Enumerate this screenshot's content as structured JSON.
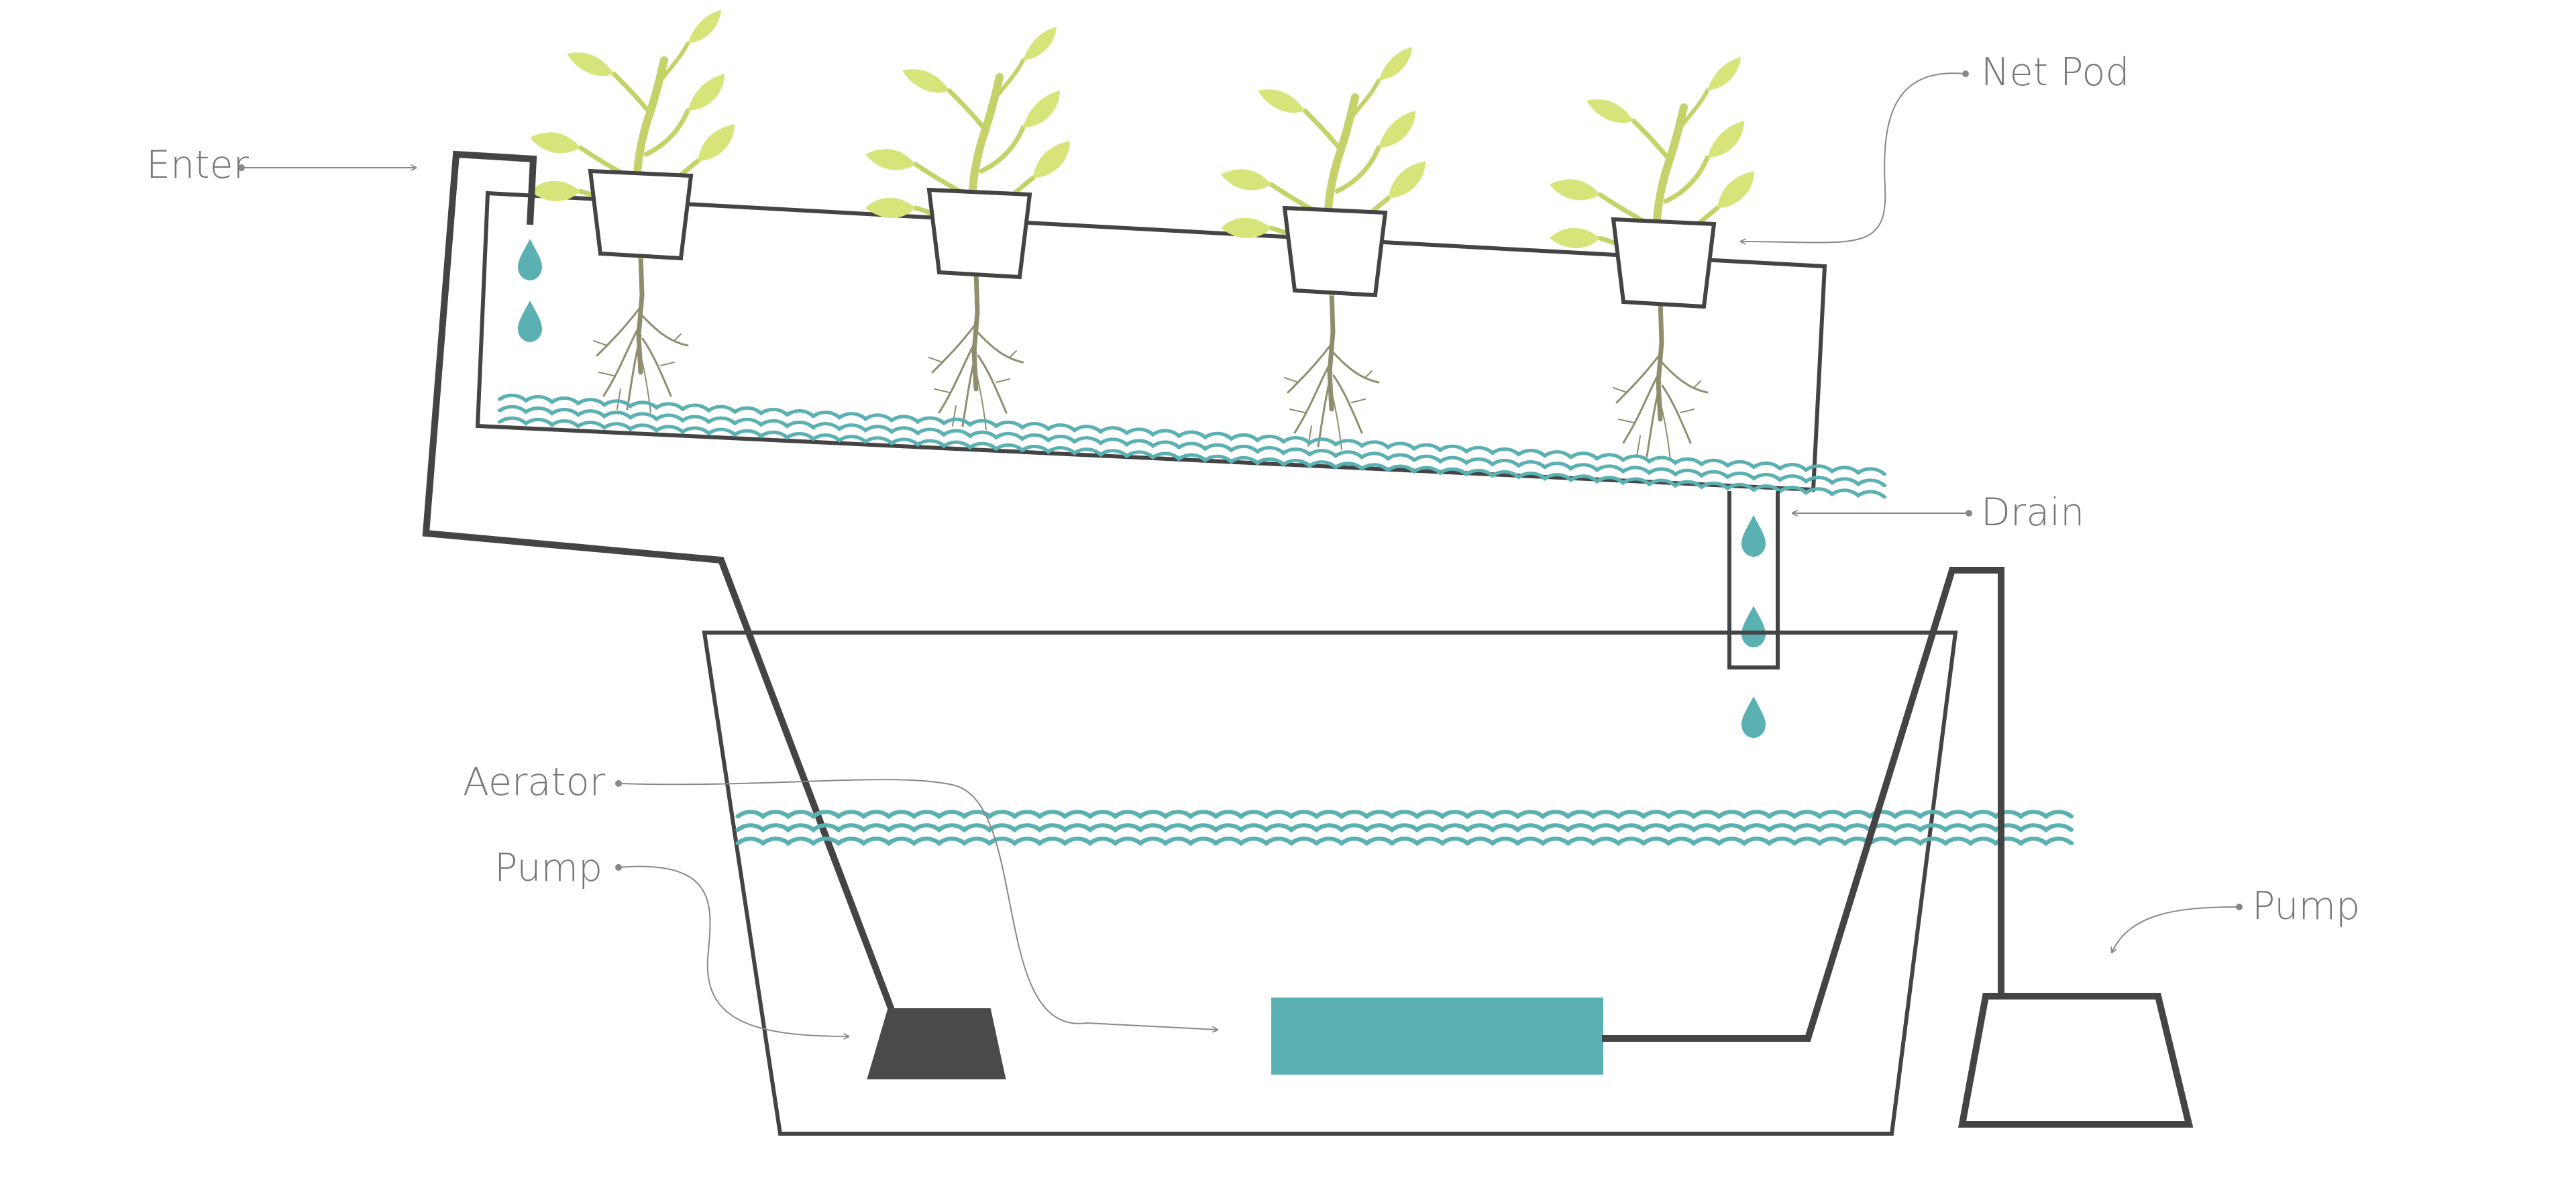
{
  "colors": {
    "outline": "#444444",
    "water": "#5bb0b2",
    "leaf": "#d6e47a",
    "stem": "#c4d269",
    "root": "#8e8e6e",
    "label": "#777777",
    "leader": "#888888",
    "pump": "#4a4a4a",
    "background": "#ffffff"
  },
  "labels": {
    "enter": "Enter",
    "net_pod": "Net Pod",
    "drain": "Drain",
    "aerator": "Aerator",
    "pump_submerged": "Pump",
    "pump_external": "Pump"
  },
  "components": {
    "net_pod_count": 4,
    "drip_count_inlet": 2,
    "drip_count_drain": 3
  }
}
